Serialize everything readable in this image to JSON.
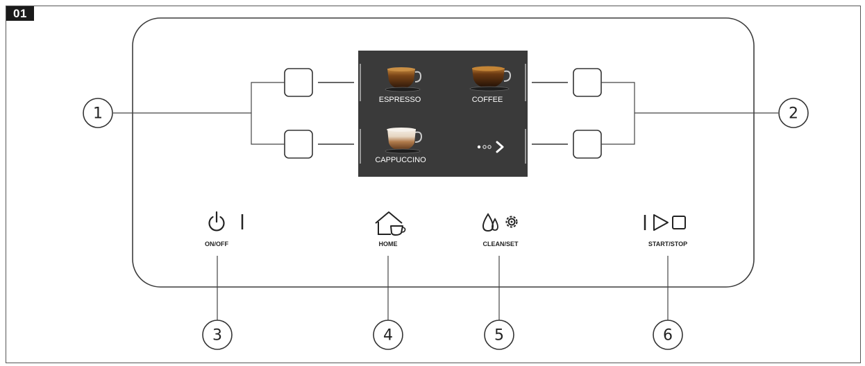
{
  "figure_label": "01",
  "screen": {
    "items": [
      {
        "label": "ESPRESSO"
      },
      {
        "label": "COFFEE"
      },
      {
        "label": "CAPPUCCINO"
      },
      {
        "label": "•oo >"
      }
    ]
  },
  "buttons": {
    "on_off": {
      "label": "ON/OFF",
      "icon": "power-icon"
    },
    "home": {
      "label": "HOME",
      "icon": "home-cup-icon"
    },
    "clean_set": {
      "label": "CLEAN/SET",
      "icon": "drops-gear-icon"
    },
    "start_stop": {
      "label": "START/STOP",
      "icon": "play-stop-icon"
    }
  },
  "callouts": [
    "1",
    "2",
    "3",
    "4",
    "5",
    "6"
  ],
  "colors": {
    "screen_bg": "#3a3a3a",
    "outline": "#3c3c3c"
  }
}
